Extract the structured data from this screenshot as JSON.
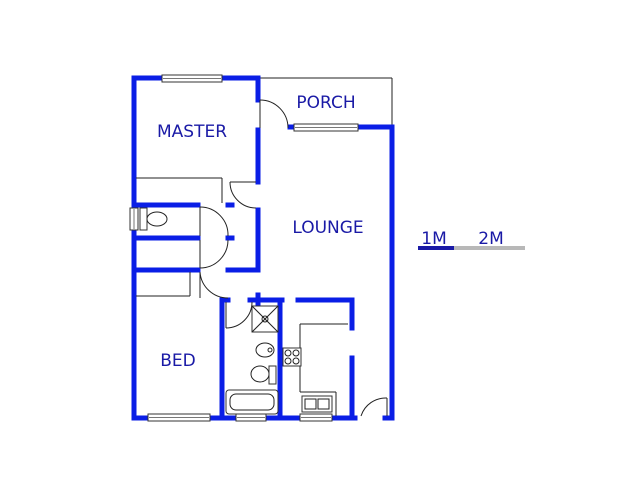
{
  "rooms": {
    "master": "MASTER",
    "porch": "PORCH",
    "lounge": "LOUNGE",
    "bed": "BED"
  },
  "scale": {
    "label_1": "1M",
    "label_2": "2M"
  },
  "colors": {
    "wall": "#0a1ee6",
    "label": "#1a1aa6",
    "scale_dark": "#1a1aa6",
    "scale_light": "#b8b8b8"
  }
}
